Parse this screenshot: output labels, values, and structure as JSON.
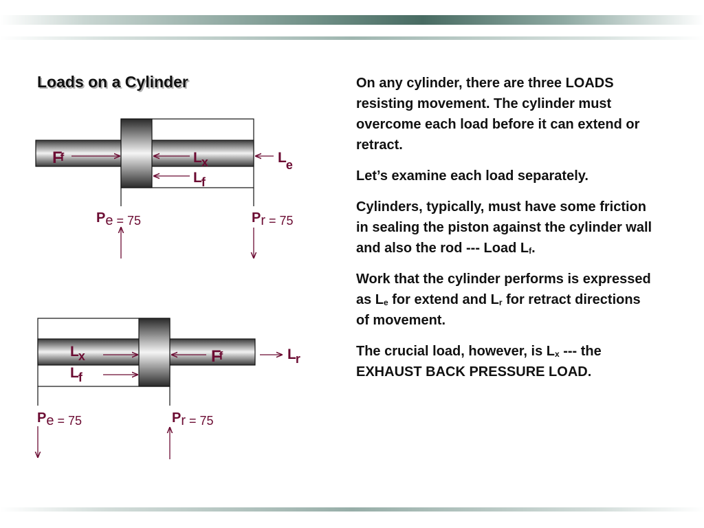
{
  "title": "Loads on a Cylinder",
  "diagram": {
    "top": {
      "force_main": "F",
      "force_sub": "f",
      "load_x_main": "L",
      "load_x_sub": "x",
      "load_f_main": "L",
      "load_f_sub": "f",
      "load_e_main": "L",
      "load_e_sub": "e",
      "pe_main": "P",
      "pe_sub": "e",
      "pe_value": " = 75",
      "pr_main": "P",
      "pr_sub": "r",
      "pr_value": " = 75"
    },
    "bottom": {
      "load_x_main": "L",
      "load_x_sub": "x",
      "load_f_main": "L",
      "load_f_sub": "f",
      "force_main": "F",
      "force_sub": "f",
      "load_r_main": "L",
      "load_r_sub": "r",
      "pe_main": "P",
      "pe_sub": "e",
      "pe_value": " = 75",
      "pr_main": "P",
      "pr_sub": "r",
      "pr_value": " = 75"
    },
    "colors": {
      "label": "#6b0b32",
      "arrow": "#6b0b32"
    }
  },
  "explanation": {
    "p1": "On any cylinder, there are three LOADS resisting movement. The cylinder must overcome each load before it can extend or retract.",
    "p2": "Let’s examine each load separately.",
    "p3_text": "Cylinders, typically, must have some friction in sealing the piston against the cylinder wall  and also the rod --- Load L",
    "p3_sub": "f",
    "p3_end": ".",
    "p4_a": "Work that the cylinder performs is expressed as L",
    "p4_sub_e": "e",
    "p4_b": " for extend and L",
    "p4_sub_r": "r",
    "p4_c": " for retract directions of movement.",
    "p5_a": "The crucial load, however, is L",
    "p5_sub": "x",
    "p5_b": " --- the EXHAUST BACK PRESSURE LOAD."
  }
}
